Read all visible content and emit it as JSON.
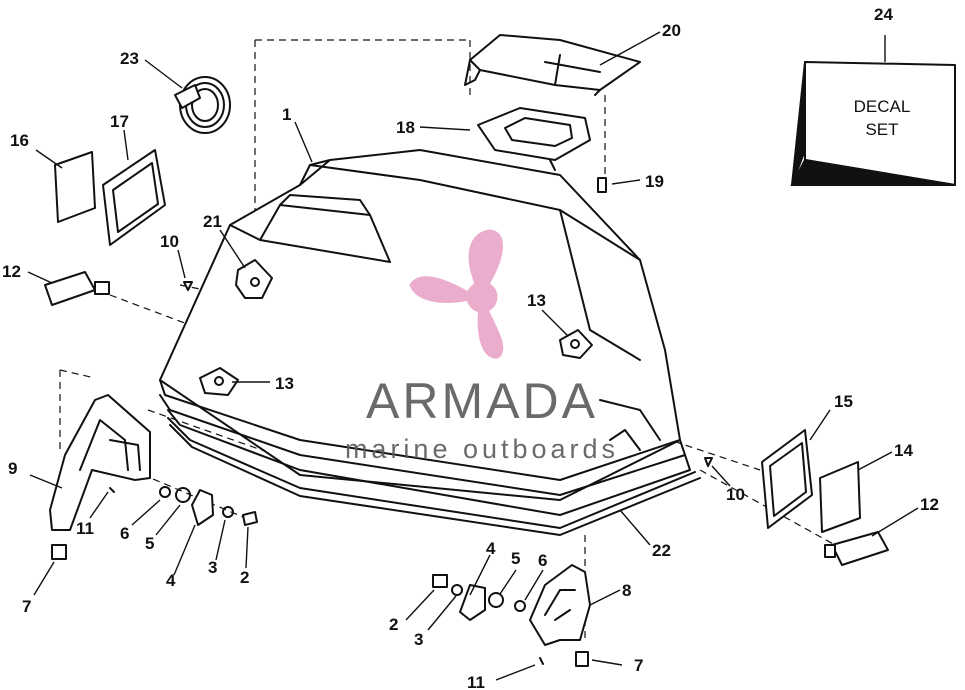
{
  "diagram": {
    "callouts": [
      {
        "id": "c1",
        "label": "1"
      },
      {
        "id": "c2a",
        "label": "2"
      },
      {
        "id": "c2b",
        "label": "2"
      },
      {
        "id": "c3a",
        "label": "3"
      },
      {
        "id": "c3b",
        "label": "3"
      },
      {
        "id": "c4a",
        "label": "4"
      },
      {
        "id": "c4b",
        "label": "4"
      },
      {
        "id": "c5a",
        "label": "5"
      },
      {
        "id": "c5b",
        "label": "5"
      },
      {
        "id": "c6a",
        "label": "6"
      },
      {
        "id": "c6b",
        "label": "6"
      },
      {
        "id": "c7a",
        "label": "7"
      },
      {
        "id": "c7b",
        "label": "7"
      },
      {
        "id": "c8",
        "label": "8"
      },
      {
        "id": "c9",
        "label": "9"
      },
      {
        "id": "c10a",
        "label": "10"
      },
      {
        "id": "c10b",
        "label": "10"
      },
      {
        "id": "c11a",
        "label": "11"
      },
      {
        "id": "c11b",
        "label": "11"
      },
      {
        "id": "c12a",
        "label": "12"
      },
      {
        "id": "c12b",
        "label": "12"
      },
      {
        "id": "c13a",
        "label": "13"
      },
      {
        "id": "c13b",
        "label": "13"
      },
      {
        "id": "c14",
        "label": "14"
      },
      {
        "id": "c15",
        "label": "15"
      },
      {
        "id": "c16",
        "label": "16"
      },
      {
        "id": "c17",
        "label": "17"
      },
      {
        "id": "c18",
        "label": "18"
      },
      {
        "id": "c19",
        "label": "19"
      },
      {
        "id": "c20",
        "label": "20"
      },
      {
        "id": "c21",
        "label": "21"
      },
      {
        "id": "c22",
        "label": "22"
      },
      {
        "id": "c23",
        "label": "23"
      },
      {
        "id": "c24",
        "label": "24"
      }
    ],
    "decal_box": {
      "line1": "DECAL",
      "line2": "SET"
    }
  },
  "watermark": {
    "title": "ARMADA",
    "subtitle": "marine outboards",
    "title_color": "#5a5a5a",
    "logo_color": "#e9a5c8"
  }
}
